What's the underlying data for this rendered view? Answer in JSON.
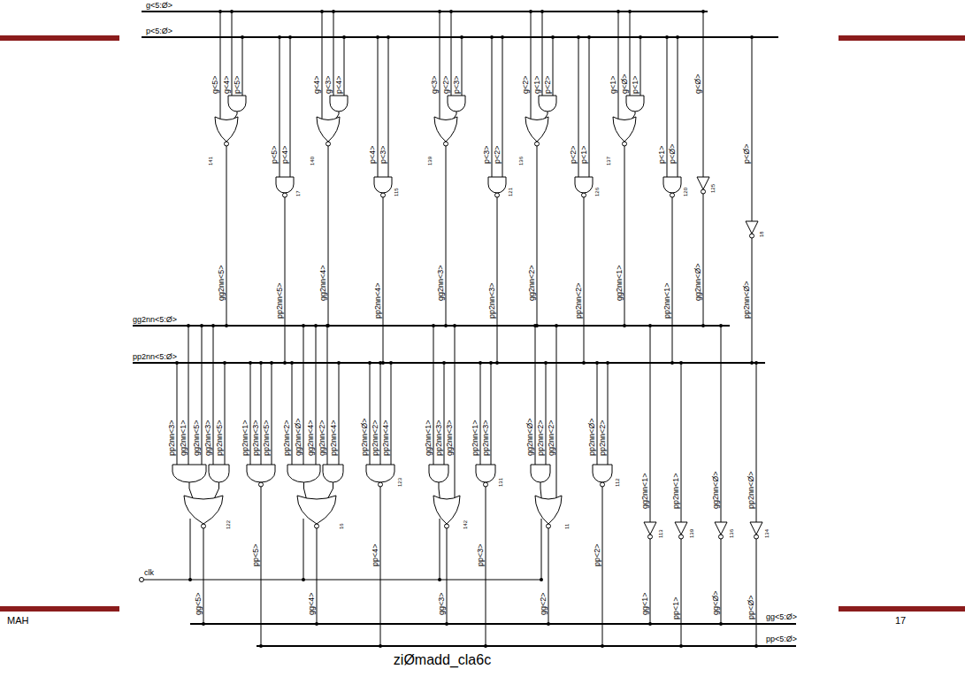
{
  "diagram": {
    "caption": "ziØmadd_cla6c",
    "labels": [
      "g<5:Ø>",
      "p<5:Ø>",
      "g<5>",
      "g<4>",
      "p<5>",
      "p<5>",
      "p<4>",
      "gg2nn<5>",
      "pp2nn<5>",
      "141",
      "17",
      "g<4>",
      "g<3>",
      "p<4>",
      "p<4>",
      "p<3>",
      "gg2nn<4>",
      "pp2nn<4>",
      "140",
      "115",
      "g<3>",
      "g<2>",
      "p<3>",
      "p<3>",
      "p<2>",
      "gg2nn<3>",
      "pp2nn<3>",
      "139",
      "121",
      "g<2>",
      "g<1>",
      "p<2>",
      "p<2>",
      "p<1>",
      "gg2nn<2>",
      "pp2nn<2>",
      "136",
      "126",
      "g<1>",
      "g<Ø>",
      "p<1>",
      "p<1>",
      "p<Ø>",
      "gg2nn<1>",
      "pp2nn<1>",
      "137",
      "120",
      "g<Ø>",
      "p<Ø>",
      "gg2nn<Ø>",
      "pp2nn<Ø>",
      "125",
      "18",
      "gg2nn<5:Ø>",
      "pp2nn<5:Ø>",
      "pp2nn<3>",
      "gg2nn<1>",
      "gg2nn<5>",
      "gg2nn<3>",
      "pp2nn<5>",
      "pp2nn<1>",
      "pp2nn<3>",
      "pp2nn<5>",
      "pp2nn<2>",
      "gg2nn<Ø>",
      "gg2nn<4>",
      "gg2nn<2>",
      "pp2nn<4>",
      "pp2nn<Ø>",
      "pp2nn<2>",
      "pp2nn<4>",
      "gg2nn<1>",
      "pp2nn<3>",
      "gg2nn<3>",
      "pp2nn<1>",
      "pp2nn<3>",
      "gg2nn<Ø>",
      "pp2nn<2>",
      "gg2nn<2>",
      "pp2nn<Ø>",
      "pp2nn<2>",
      "gg2nn<1>",
      "pp2nn<1>",
      "gg2nn<Ø>",
      "pp2nn<Ø>",
      "gg<5>",
      "pp<5>",
      "gg<4>",
      "pp<4>",
      "gg<3>",
      "pp<3>",
      "gg<2>",
      "pp<2>",
      "gg<1>",
      "pp<1>",
      "gg<Ø>",
      "pp<Ø>",
      "122",
      "16",
      "123",
      "142",
      "131",
      "11",
      "112",
      "113",
      "139",
      "136",
      "134",
      "clk",
      "gg<5:Ø>",
      "pp<5:Ø>",
      "MAH",
      "17"
    ]
  }
}
